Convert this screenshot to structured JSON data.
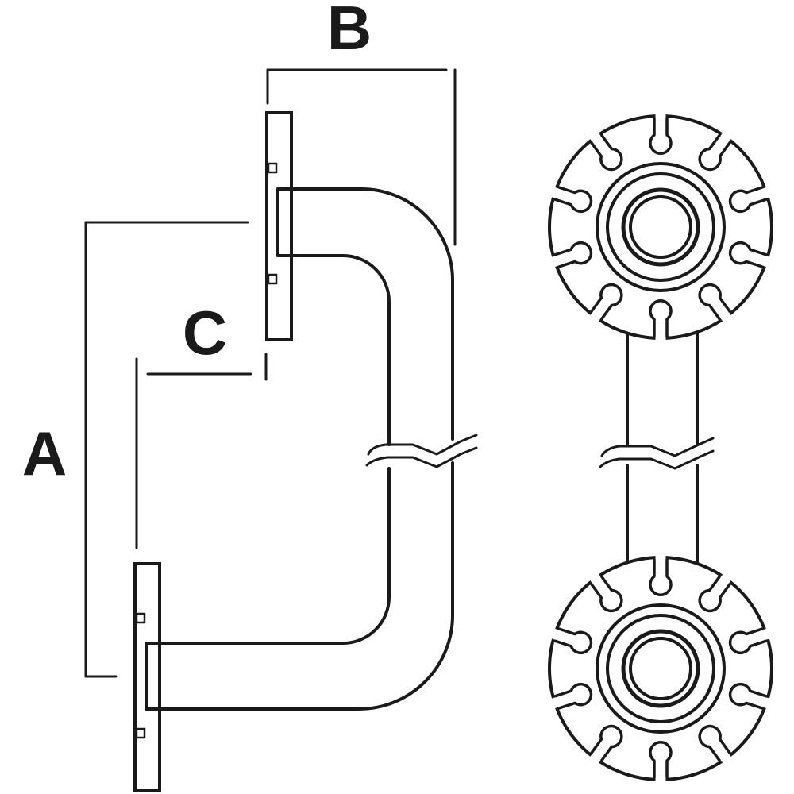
{
  "diagram": {
    "labels": {
      "a": "A",
      "b": "B",
      "c": "C"
    },
    "colors": {
      "line": "#1a1a1a",
      "background": "#ffffff"
    }
  }
}
